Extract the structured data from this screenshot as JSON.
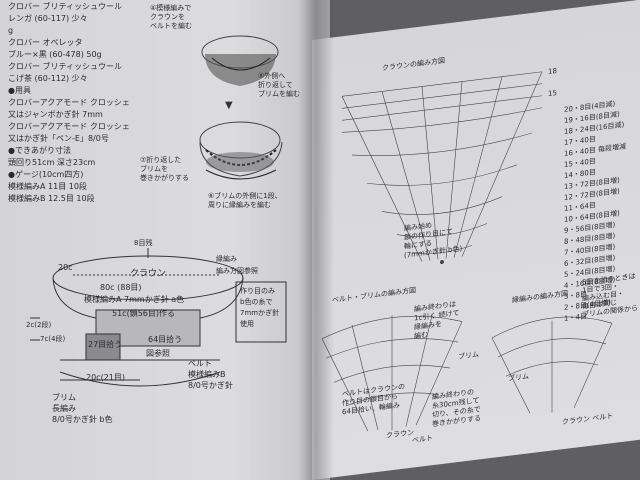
{
  "materials": {
    "lines": [
      "クロバー ブリティッシュウール",
      "レンガ (60-117) 少々",
      "g",
      "クロバー オペレッタ",
      "ブルー×黒 (60-478) 50g",
      "クロバー ブリティッシュウール",
      "こげ茶 (60-112) 少々",
      "●用具",
      "クロバーアクアモード クロッシェ",
      "又はジャンボかぎ針 7mm",
      "クロバーアクアモード クロッシェ",
      "又はかぎ針「ペン-E」8/0号",
      "●できあがり寸法",
      "頭回り51cm 深さ23cm",
      "●ゲージ(10cm四方)",
      "模様編みA 11目 10段",
      "模様編みB 12.5目 10段"
    ]
  },
  "steps": {
    "step4": "④模様編みで\nクラウンを\nベルトを編む",
    "step5": "⑤外側へ\n折り返して\nブリムを編む",
    "step7": "⑦折り返した\nブリムを\n巻きかがりする",
    "step6": "⑥ブリムの外側に1段、\n周りに縁編みを編む",
    "arrow": "▼"
  },
  "hat_diagram": {
    "top_rows": "8目残",
    "edging": "縁編み",
    "edging_ref": "編み方図参照",
    "crown_width": "20c",
    "crown": "クラウン",
    "crown_sts": "80c (88目)",
    "crown_pattern": "模様編みA 7mmかぎ針 a色",
    "band_start": "51c(鎖56目)作る",
    "band_note": "作り目のみ\nb色の糸で\n7mmかぎ針\n使用",
    "height_2c": "2c(2段)",
    "height_7c": "7c(4段)",
    "band_pickup": "27目拾う",
    "brim_pickup": "64目拾う",
    "ref": "図参照",
    "belt": "ベルト",
    "belt_pattern": "模様編みB",
    "belt_needle": "8/0号かぎ針",
    "brim_width": "20c(21目)",
    "brim": "ブリム",
    "brim_stitch": "長編み",
    "brim_needle": "8/0号かぎ針 b色"
  },
  "crown_chart": {
    "title": "クラウンの編み方図",
    "row_labels": [
      "18",
      "15"
    ],
    "counts": [
      "20・8目(4目減)",
      "19・16目(8目減)",
      "18・24目(16目減)",
      "17・40目",
      "16・40目 毎段増減",
      "15・40目",
      "14・80目",
      "13・72目(8目増)",
      "12・72目(8目増)",
      "11・64目",
      "10・64目(8目増)",
      "9・56目(8目増)",
      "8・48目(8目増)",
      "7・40目(8目増)",
      "6・32目(8目増)",
      "5・24目(8目増)",
      "4・16目(8目増)",
      "3・8目",
      "2・8目(4目増)",
      "1・4目"
    ],
    "center_note": "編み始め\n鎖の作り目にて\n輪にする\n(7mmかぎ針 b色)"
  },
  "belt_chart": {
    "title": "ベルト・ブリムの編み方図",
    "note_top": "編み終わりは\n1c引く 続けて\n縁編みを\n編む",
    "brim_label": "ブリム",
    "note_bottom_left": "ベルトはクラウンの\n作り目の鎖目から\n64目拾い、輪編み",
    "note_bottom_right": "編み終わりの\n糸30cm残して\n切り、その糸で\n巻きかがりする",
    "crown_label": "クラウン",
    "belt_label": "ベルト"
  },
  "edging_chart": {
    "title": "縁編みの編み方図",
    "note": "5目を拾うときは\n1目で3回・\n編み込む目・\n毎目は同じ\nブリムの関係から",
    "brim_label": "ブリム",
    "bottom_labels": "クラウン ベルト"
  }
}
